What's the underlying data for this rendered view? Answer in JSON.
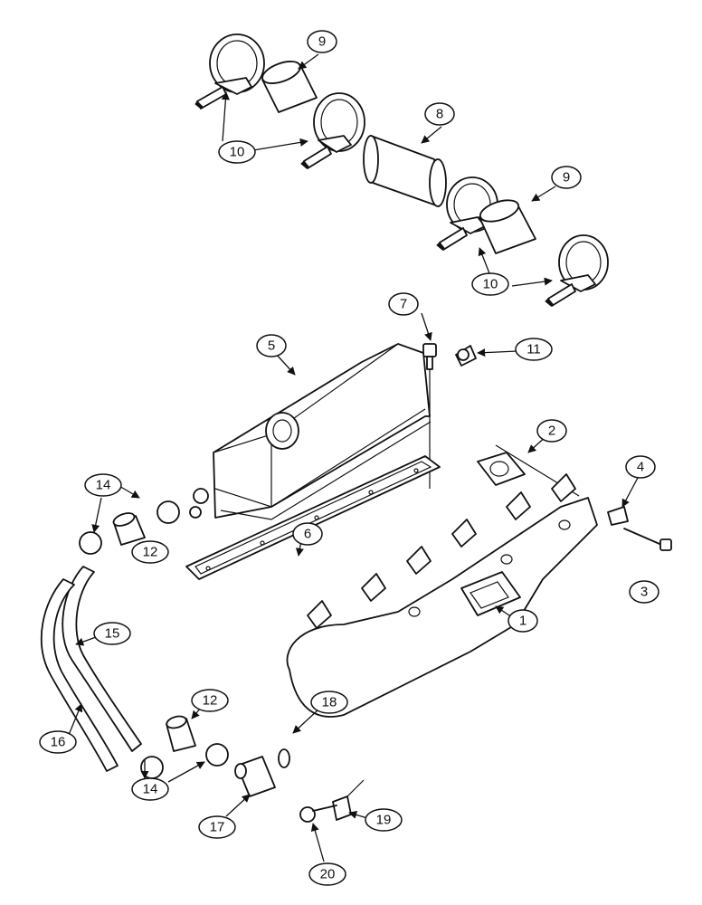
{
  "diagram": {
    "callouts": [
      {
        "id": "c1",
        "label": "1"
      },
      {
        "id": "c2",
        "label": "2"
      },
      {
        "id": "c3",
        "label": "3"
      },
      {
        "id": "c4",
        "label": "4"
      },
      {
        "id": "c5",
        "label": "5"
      },
      {
        "id": "c6",
        "label": "6"
      },
      {
        "id": "c7",
        "label": "7"
      },
      {
        "id": "c8",
        "label": "8"
      },
      {
        "id": "c9a",
        "label": "9"
      },
      {
        "id": "c9b",
        "label": "9"
      },
      {
        "id": "c10a",
        "label": "10"
      },
      {
        "id": "c10b",
        "label": "10"
      },
      {
        "id": "c11",
        "label": "11"
      },
      {
        "id": "c12a",
        "label": "12"
      },
      {
        "id": "c12b",
        "label": "12"
      },
      {
        "id": "c14a",
        "label": "14"
      },
      {
        "id": "c14b",
        "label": "14"
      },
      {
        "id": "c15",
        "label": "15"
      },
      {
        "id": "c16",
        "label": "16"
      },
      {
        "id": "c17",
        "label": "17"
      },
      {
        "id": "c18",
        "label": "18"
      },
      {
        "id": "c19",
        "label": "19"
      },
      {
        "id": "c20",
        "label": "20"
      }
    ]
  }
}
